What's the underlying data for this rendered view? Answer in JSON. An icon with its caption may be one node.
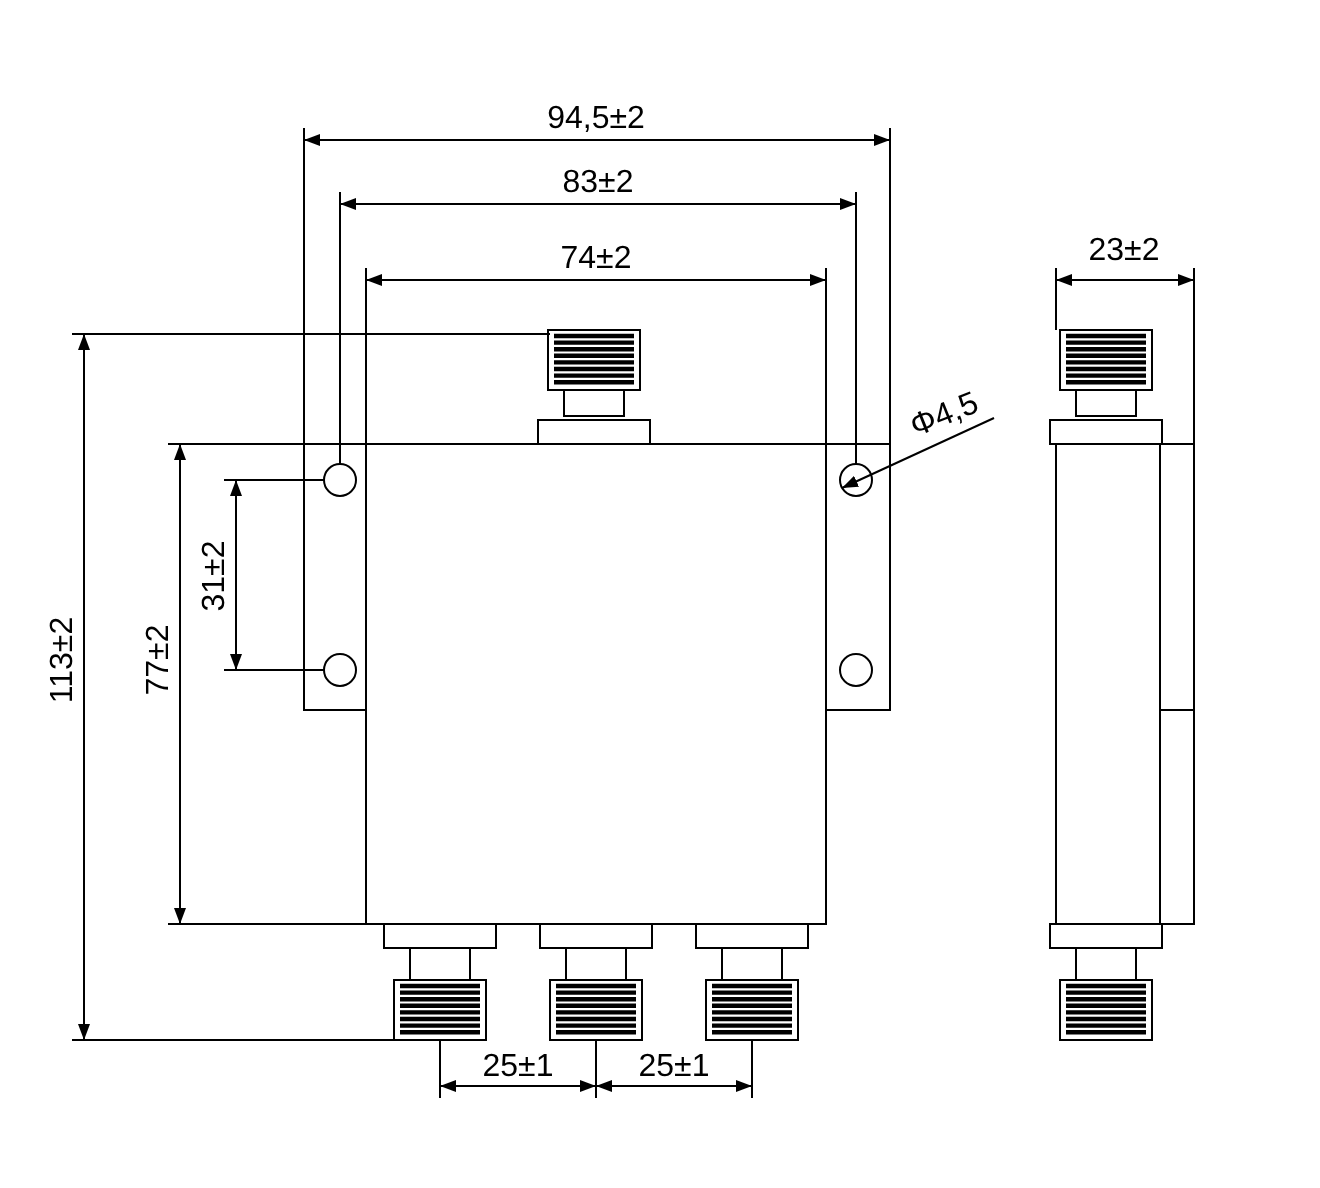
{
  "diagram": {
    "nodes": [
      {
        "text": [
          "Φ4,5"
        ]
      },
      {
        "text": [],
        "shape": "circle"
      }
    ],
    "edges": [
      {
        "from": 0,
        "to": 1,
        "arrow": "to"
      }
    ],
    "labels": [
      "94,5±2",
      "83±2",
      "74±2",
      "23±2",
      "31±2",
      "113±2",
      "77±2",
      "25±1",
      "25±1"
    ]
  }
}
